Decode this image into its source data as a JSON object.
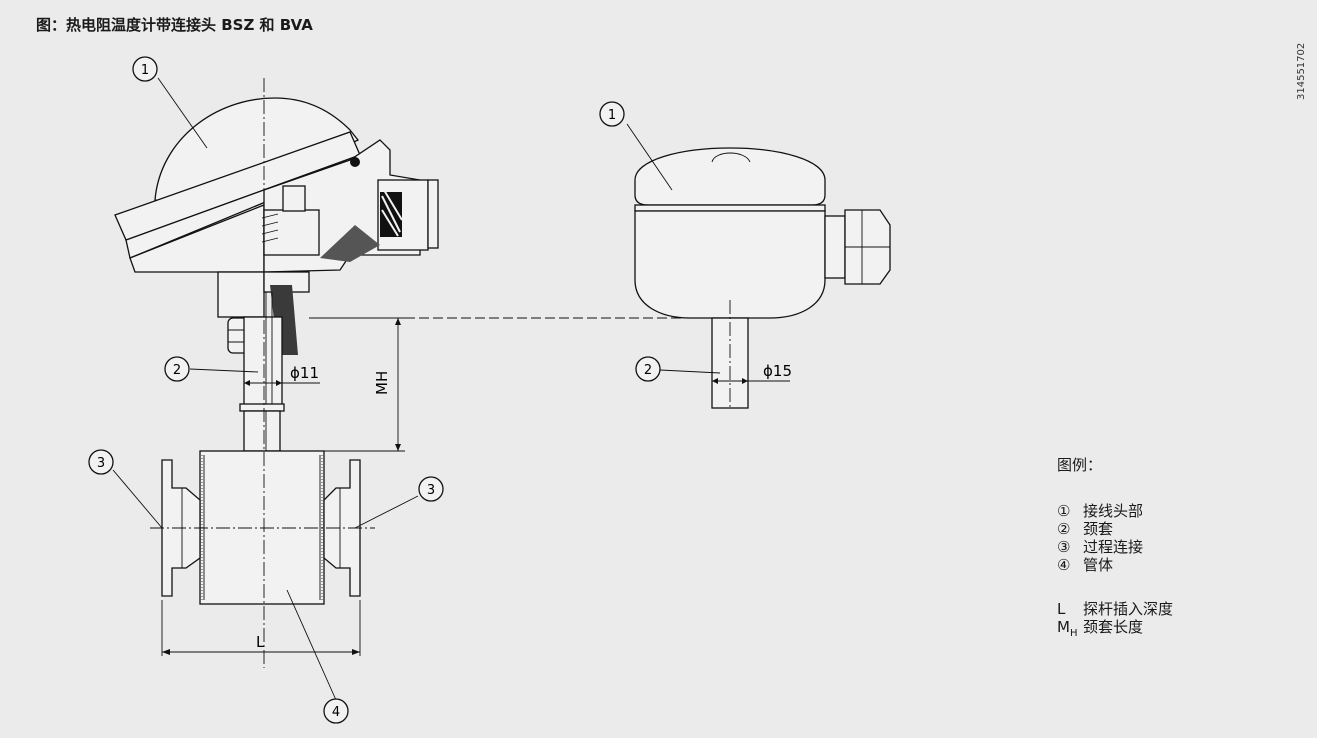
{
  "title": "图：热电阻温度计带连接头 BSZ 和 BVA",
  "doc_id": "314551702",
  "callouts": {
    "n1": "1",
    "n2": "2",
    "n3": "3",
    "n4": "4"
  },
  "dimensions": {
    "d11": "ϕ11",
    "d15": "ϕ15",
    "L": "L",
    "MH": "MH"
  },
  "legend": {
    "title": "图例：",
    "items": [
      {
        "key": "①",
        "text": "接线头部"
      },
      {
        "key": "②",
        "text": "颈套"
      },
      {
        "key": "③",
        "text": "过程连接"
      },
      {
        "key": "④",
        "text": "管体"
      }
    ],
    "abbr": [
      {
        "key": "L",
        "text": "探杆插入深度"
      },
      {
        "key": "M",
        "sub": "H",
        "text": "颈套长度"
      }
    ]
  }
}
